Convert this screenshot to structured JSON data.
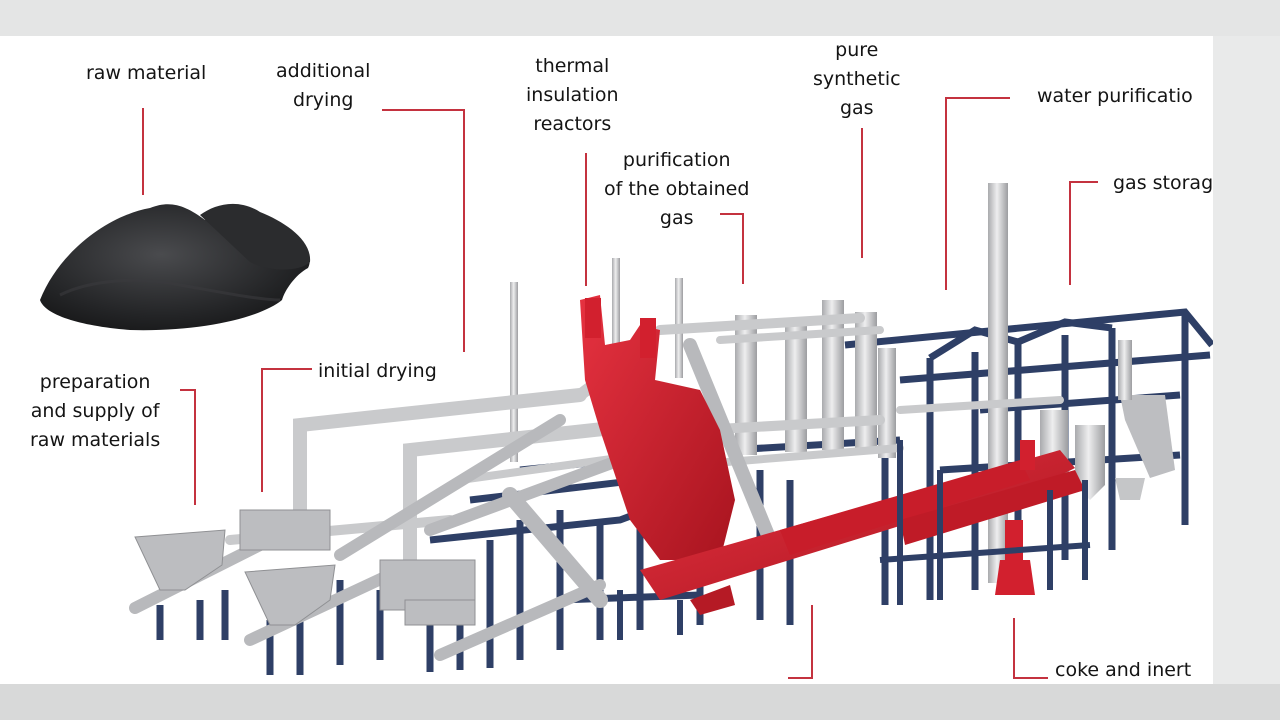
{
  "diagram": {
    "labels": {
      "raw_material": "raw material",
      "additional_drying": "additional\ndrying",
      "thermal_insulation": "thermal\ninsulation\nreactors",
      "pure_gas": "pure\nsynthetic\ngas",
      "water_purification": "water purificatio",
      "purification_gas": "purification\nof the obtained\ngas",
      "gas_storage": "gas storag",
      "preparation": "preparation\nand supply of\nraw materials",
      "initial_drying": "initial drying",
      "coke_inert": "coke and inert"
    },
    "colors": {
      "leader": "#c4323f",
      "reactor": "#d2202e",
      "frame": "#2e3f66",
      "pipe": "#c9cacc"
    }
  }
}
